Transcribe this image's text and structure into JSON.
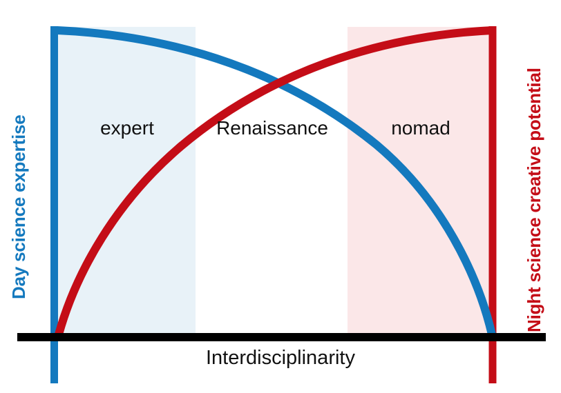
{
  "chart_data": {
    "type": "line",
    "title": "",
    "subtitle": "",
    "xlabel": "Interdisciplinarity",
    "ylabel_left": "Day science expertise",
    "ylabel_right": "Night science creative potential",
    "xlim": [
      0,
      1
    ],
    "ylim": [
      0,
      1
    ],
    "grid": false,
    "legend_position": "none",
    "tick_labels": {
      "x": [],
      "y_left": [],
      "y_right": []
    },
    "series": [
      {
        "name": "Day science expertise",
        "color": "#1479be",
        "axis": "left",
        "description": "Decreasing concave curve from high at low interdisciplinarity to zero at high interdisciplinarity",
        "x": [
          0.0,
          0.1,
          0.2,
          0.3,
          0.4,
          0.5,
          0.6,
          0.7,
          0.8,
          0.9,
          1.0
        ],
        "values": [
          1.0,
          0.99,
          0.97,
          0.93,
          0.87,
          0.79,
          0.69,
          0.57,
          0.43,
          0.25,
          0.0
        ]
      },
      {
        "name": "Night science creative potential",
        "color": "#c40d17",
        "axis": "right",
        "description": "Increasing concave curve from zero at low interdisciplinarity to high at high interdisciplinarity",
        "x": [
          0.0,
          0.1,
          0.2,
          0.3,
          0.4,
          0.5,
          0.6,
          0.7,
          0.8,
          0.9,
          1.0
        ],
        "values": [
          0.0,
          0.25,
          0.44,
          0.59,
          0.71,
          0.8,
          0.88,
          0.93,
          0.97,
          0.99,
          1.0
        ]
      }
    ],
    "annotations": [
      {
        "text": "expert",
        "x_range": [
          0.02,
          0.33
        ],
        "color": "#111111"
      },
      {
        "text": "Renaissance",
        "x_range": [
          0.33,
          0.67
        ],
        "color": "#111111"
      },
      {
        "text": "nomad",
        "x_range": [
          0.67,
          1.0
        ],
        "color": "#111111"
      }
    ],
    "shaded_regions": [
      {
        "label": "expert",
        "x_range": [
          0.02,
          0.33
        ],
        "fill": "#e8f2f8"
      },
      {
        "label": "Renaissance",
        "x_range": [
          0.33,
          0.67
        ],
        "fill": "#ffffff"
      },
      {
        "label": "nomad",
        "x_range": [
          0.67,
          1.0
        ],
        "fill": "#fbe7e8"
      }
    ],
    "crossing_point": {
      "x": 0.52,
      "note": "day and night science curves intersect"
    }
  },
  "axes": {
    "left": {
      "label": "Day science expertise",
      "color": "#1479be"
    },
    "right": {
      "label": "Night science creative potential",
      "color": "#c40d17"
    },
    "bottom": {
      "label": "Interdisciplinarity",
      "color": "#000000"
    }
  },
  "regions": [
    {
      "name": "expert",
      "label": "expert"
    },
    {
      "name": "renaissance",
      "label": "Renaissance"
    },
    {
      "name": "nomad",
      "label": "nomad"
    }
  ],
  "colors": {
    "day_science": "#1479be",
    "night_science": "#c40d17",
    "expert_fill": "#e8f2f8",
    "nomad_fill": "#fbe7e8",
    "baseline": "#000000",
    "text": "#111111"
  }
}
